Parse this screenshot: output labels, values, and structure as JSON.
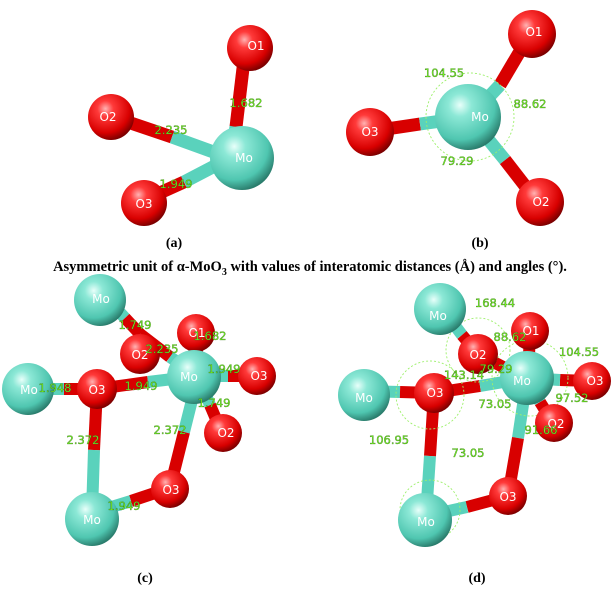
{
  "caption": {
    "text_pre": "Asymmetric unit of α-MoO",
    "sub": "3",
    "text_post": " with values of interatomic distances (Å) and angles (°)."
  },
  "panels": {
    "a": {
      "label": "(a)",
      "atoms": [
        "O1",
        "O2",
        "Mo",
        "O3"
      ],
      "values": [
        "1.682",
        "2.235",
        "1.949"
      ]
    },
    "b": {
      "label": "(b)",
      "atoms": [
        "O1",
        "O3",
        "Mo",
        "O2"
      ],
      "values": [
        "104.55",
        "88.62",
        "79.29"
      ]
    },
    "c": {
      "label": "(c)",
      "atoms": [
        "Mo",
        "O1",
        "O2",
        "Mo",
        "O3",
        "Mo",
        "O3",
        "O2",
        "O3",
        "Mo"
      ],
      "values": [
        "1.749",
        "1.682",
        "2.235",
        "1.949",
        "1.948",
        "1.949",
        "1.749",
        "2.372",
        "2.372",
        "1.949"
      ]
    },
    "d": {
      "label": "(d)",
      "atoms": [
        "Mo",
        "O1",
        "O2",
        "Mo",
        "O3",
        "Mo",
        "O3",
        "O2",
        "O3",
        "Mo"
      ],
      "values": [
        "168.44",
        "88.62",
        "104.55",
        "143.14",
        "79.29",
        "97.52",
        "73.05",
        "91.66",
        "106.95",
        "73.05"
      ]
    }
  },
  "colors": {
    "oxygen": "#e00000",
    "molybdenum": "#5ad2bc",
    "value_text": "#7cff2a"
  }
}
